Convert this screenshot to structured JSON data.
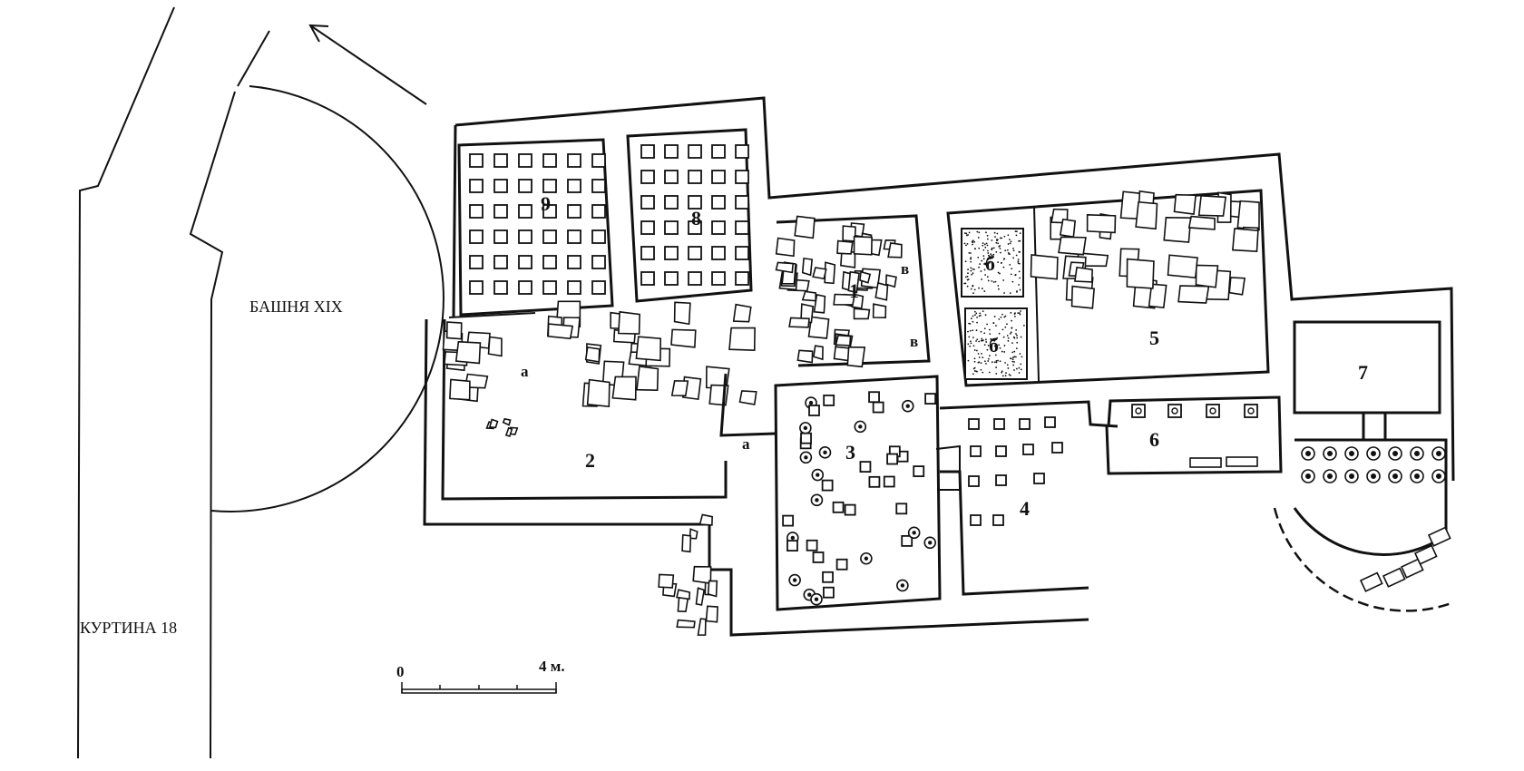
{
  "plan": {
    "tower_label": "БАШНЯ XIX",
    "curtain_label": "КУРТИНА 18",
    "rooms": {
      "r1": "1",
      "r2": "2",
      "r3": "3",
      "r4": "4",
      "r5": "5",
      "r6": "6",
      "r7": "7",
      "r8": "8",
      "r9": "9",
      "b_upper": "б",
      "b_lower": "б"
    },
    "marks": {
      "a_left": "а",
      "a_mid": "а",
      "v_upper": "в",
      "v_lower": "в"
    },
    "scale": {
      "start": "0",
      "end": "4 м."
    }
  }
}
